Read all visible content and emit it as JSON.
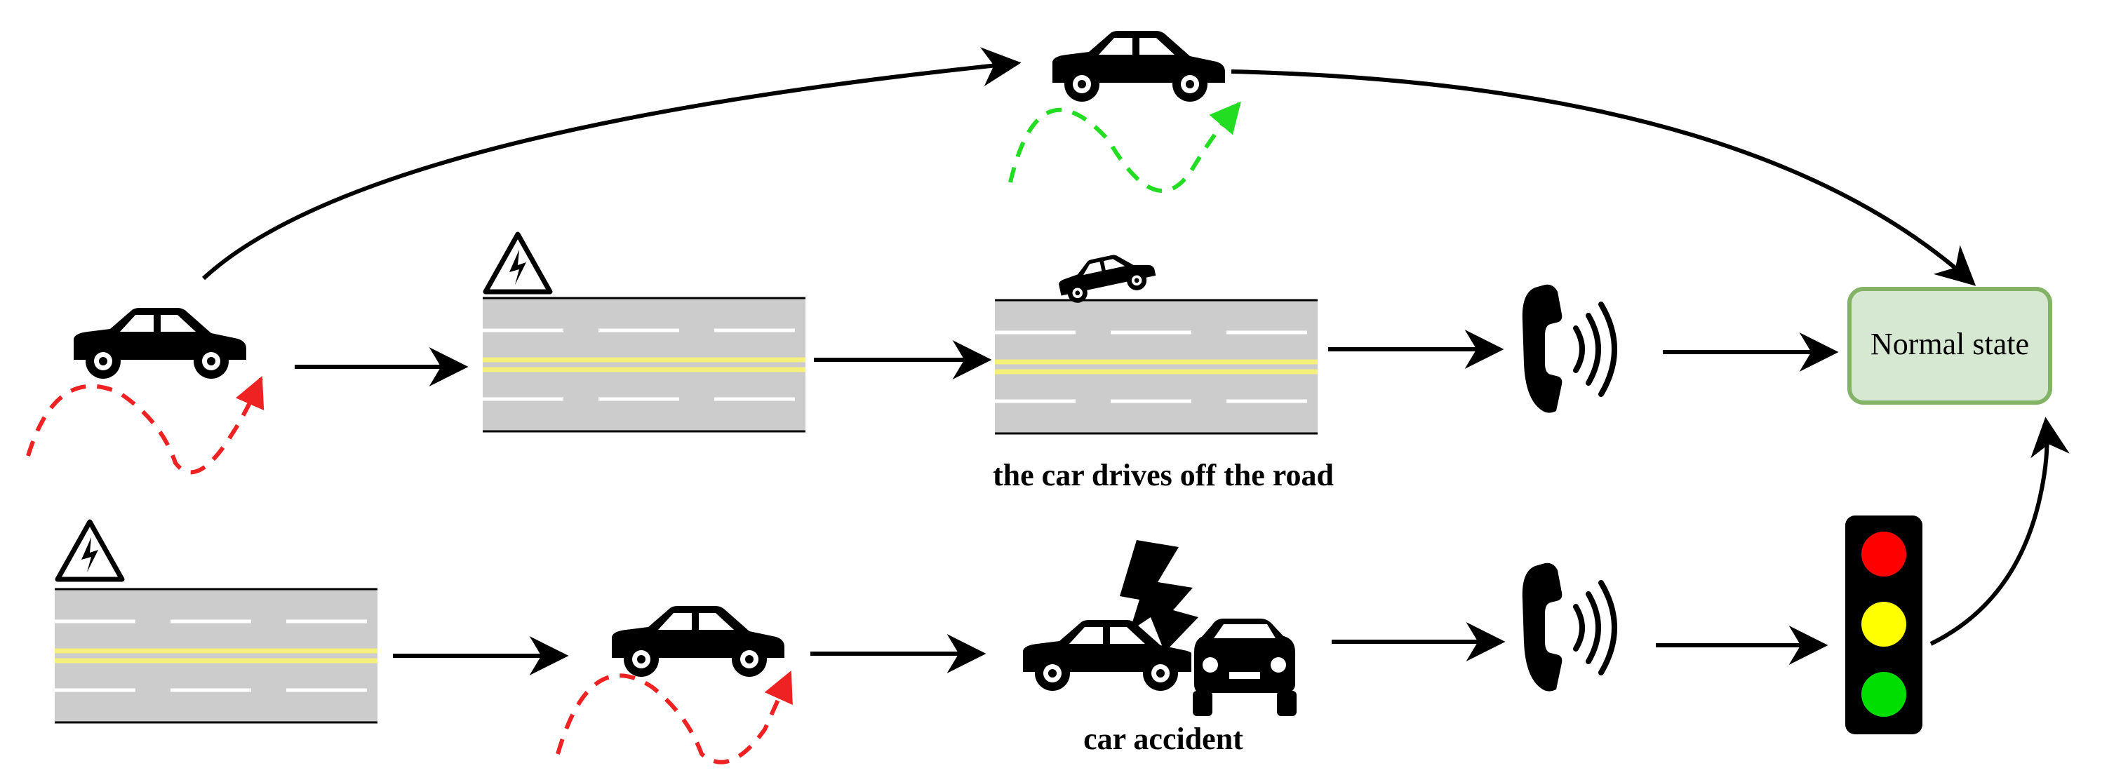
{
  "labels": {
    "normal_state": "Normal state",
    "drive_off_road": "the car drives off the road",
    "car_accident": "car accident"
  },
  "colors": {
    "normal_fill": "#d6e8d2",
    "normal_border": "#82b366",
    "road": "#cccccc",
    "road_center_line": "#f5f07a",
    "good_path": "#22dd22",
    "bad_path": "#ee2222",
    "light_red": "#ff0000",
    "light_yellow": "#ffff00",
    "light_green": "#00dd00"
  },
  "icons": {
    "vehicle": "car-icon",
    "hazard": "high-voltage-warning-icon",
    "road": "road-icon",
    "alarm": "phone-ringing-icon",
    "signal": "traffic-light-icon",
    "collision": "lightning-icon"
  }
}
